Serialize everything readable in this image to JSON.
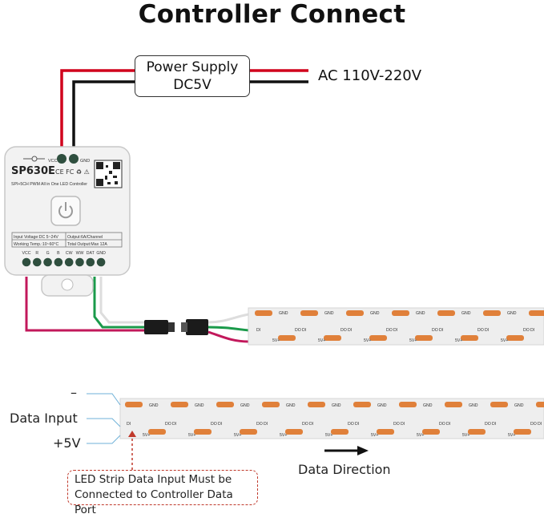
{
  "title": "Controller Connect",
  "power_supply": {
    "line1": "Power Supply",
    "line2": "DC5V"
  },
  "ac_input": "AC 110V-220V",
  "controller": {
    "model": "SP630E",
    "subtitle": "SPI+5CH PWM All in One LED Controller",
    "cert_marks": "CE FC ♻ ⚠",
    "top_terminals": {
      "vcc": "VCC",
      "gnd": "GND"
    },
    "specs": {
      "input_voltage": "Input Voltage:DC 5~24V",
      "output_channel": "Output:6A/Channel",
      "working_temp": "Working Temp.:10~60°C",
      "total_output": "Total Output:Max 12A"
    },
    "terminals": [
      "VCC",
      "R",
      "G",
      "B",
      "CW",
      "WW",
      "DAT",
      "GND"
    ]
  },
  "strip_labels": {
    "gnd": "GND",
    "di": "DI",
    "do": "DO",
    "vplus": "5V+"
  },
  "bottom_labels": {
    "minus": "–",
    "data_input": "Data Input",
    "plus5v": "+5V"
  },
  "data_direction": "Data Direction",
  "note": {
    "line1": "LED Strip Data Input Must be",
    "line2": "Connected to Controller Data Port"
  },
  "colors": {
    "wire_red": "#d0001c",
    "wire_black": "#111111",
    "wire_green": "#1a9a4a",
    "wire_white": "#dddddd",
    "wire_pink": "#c2185b",
    "led_orange": "#e0803a",
    "strip_gray": "#eeeeee",
    "terminal_green": "#2f4f3f",
    "guide_blue": "#6fb1d8",
    "note_red": "#c0392b"
  }
}
